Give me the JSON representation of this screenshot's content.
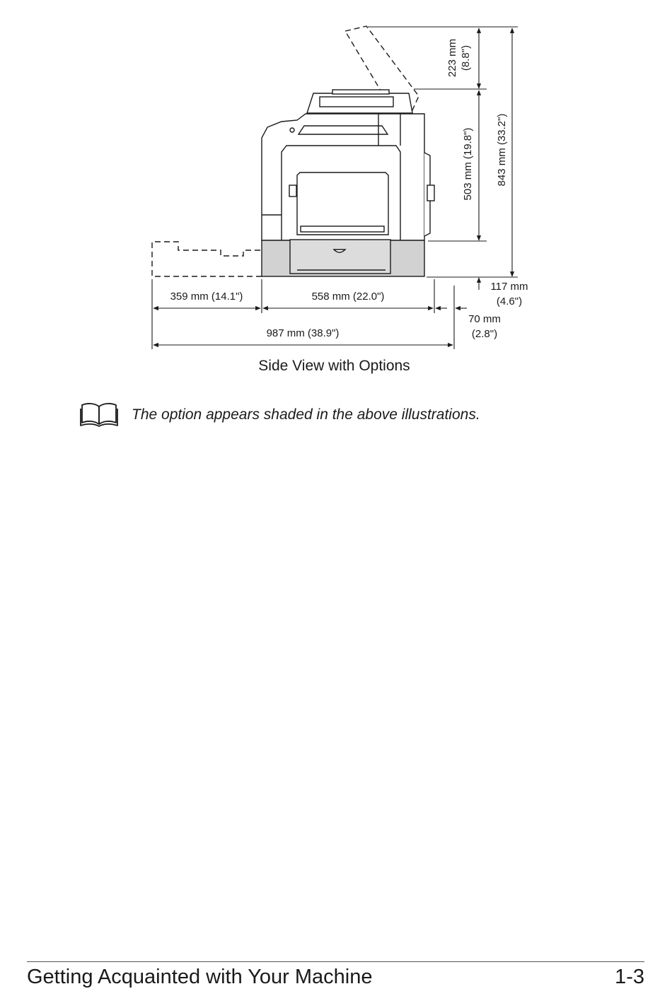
{
  "figure": {
    "caption": "Side View with Options",
    "dimensions": {
      "top_clearance": {
        "line1": "223 mm",
        "line2": "(8.8\")"
      },
      "body_height": "503 mm (19.8\")",
      "total_height": "843 mm (33.2\")",
      "option_height": {
        "line1": "117 mm",
        "line2": "(4.6\")"
      },
      "rear_clearance": {
        "line1": "70 mm",
        "line2": "(2.8\")"
      },
      "front_tray": "359 mm (14.1\")",
      "body_depth": "558 mm (22.0\")",
      "total_depth": "987 mm (38.9\")"
    },
    "option_fill_color": "#d2d2d2"
  },
  "note": {
    "icon": "open-book-icon",
    "text": "The option appears shaded in the above illustrations."
  },
  "footer": {
    "title": "Getting Acquainted with Your Machine",
    "page": "1-3"
  }
}
